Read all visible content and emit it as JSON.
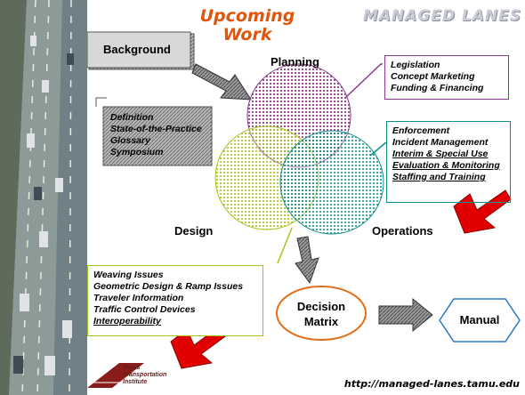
{
  "header": {
    "title_line1": "Upcoming",
    "title_line2": "Work",
    "brand": "MANAGED LANES"
  },
  "diagram": {
    "background_label": "Background",
    "background_items": [
      "Definition",
      "State-of-the-Practice",
      "Glossary",
      "Symposium"
    ],
    "planning_label": "Planning",
    "planning_items": [
      "Legislation",
      "Concept Marketing",
      "Funding & Financing"
    ],
    "operations_label": "Operations",
    "operations_items": [
      "Enforcement",
      "Incident Management",
      "Interim & Special Use",
      "Evaluation & Monitoring",
      "Staffing and Training"
    ],
    "design_label": "Design",
    "design_items": [
      "Weaving Issues",
      "Geometric Design & Ramp Issues",
      "Traveler Information",
      "Traffic Control Devices",
      "Interoperability"
    ],
    "decision_line1": "Decision",
    "decision_line2": "Matrix",
    "manual_label": "Manual"
  },
  "footer": {
    "logo_text": [
      "Texas",
      "Transportation",
      "Institute"
    ],
    "url": "http://managed-lanes.tamu.edu"
  },
  "colors": {
    "title": "#e0560c",
    "planning_circle": "#8a3a8c",
    "design_circle": "#a6c21a",
    "operations_circle": "#0f8f8c",
    "decision_border": "#e0701a",
    "manual_border": "#2a78c8",
    "red_arrow": "#e00000"
  }
}
